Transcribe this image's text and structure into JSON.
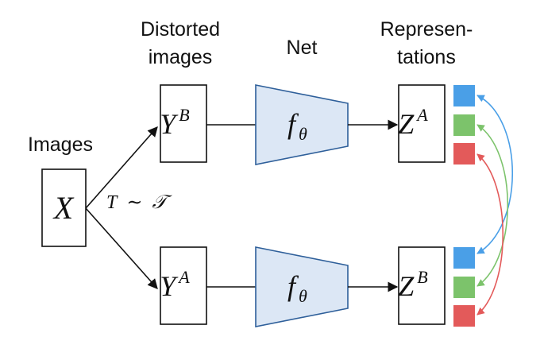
{
  "labels": {
    "images": "Images",
    "distorted_line1": "Distorted",
    "distorted_line2": "images",
    "net": "Net",
    "repr_line1": "Represen-",
    "repr_line2": "tations"
  },
  "math": {
    "x": "X",
    "transform_left": "T",
    "transform_op": "∼",
    "transform_right": "𝒯",
    "y_top_base": "Y",
    "y_top_sup": "B",
    "y_bottom_base": "Y",
    "y_bottom_sup": "A",
    "f_top_base": "f",
    "f_top_sub": "θ",
    "f_bottom_base": "f",
    "f_bottom_sub": "θ",
    "z_top_base": "Z",
    "z_top_sup": "A",
    "z_bottom_base": "Z",
    "z_bottom_sup": "B"
  },
  "colors": {
    "blue": "#4a9fe7",
    "green": "#7cc36b",
    "red": "#e35a5a",
    "net_fill": "#dce7f5",
    "net_stroke": "#2e5f9a"
  }
}
